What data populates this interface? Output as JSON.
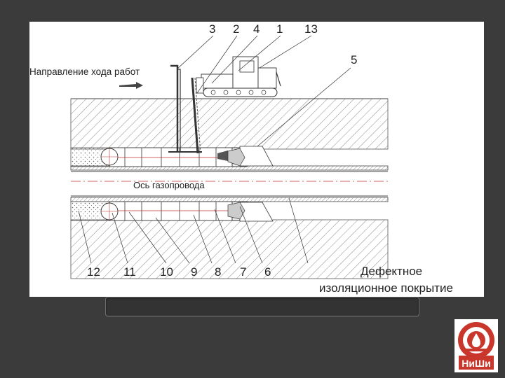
{
  "figure": {
    "direction_label": "Направление хода работ",
    "axis_label": "Ось газопровода",
    "defect_label_line1": "Дефектное",
    "defect_label_line2": "изоляционное покрытие",
    "top_numbers": [
      "3",
      "2",
      "4",
      "1",
      "13"
    ],
    "right_number": "5",
    "bottom_numbers": [
      "12",
      "11",
      "10",
      "9",
      "8",
      "7",
      "6"
    ]
  },
  "caption": {
    "text": ""
  },
  "logo": {
    "text": "НиШи"
  },
  "colors": {
    "slide_background": "#3b3b3b",
    "figure_background": "#ffffff",
    "pipe_axis_red": "#c03030",
    "hatch": "#888888"
  }
}
